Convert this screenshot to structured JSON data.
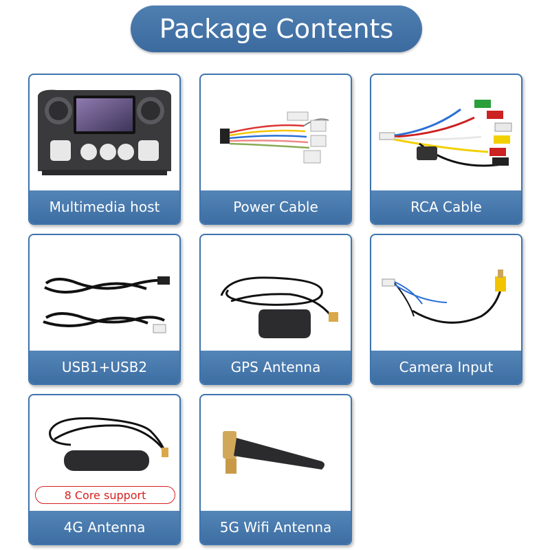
{
  "title": "Package Contents",
  "items": [
    {
      "label": "Multimedia host",
      "icon": "head-unit-icon"
    },
    {
      "label": "Power Cable",
      "icon": "power-cable-icon"
    },
    {
      "label": "RCA Cable",
      "icon": "rca-cable-icon"
    },
    {
      "label": "USB1+USB2",
      "icon": "usb-cables-icon"
    },
    {
      "label": "GPS Antenna",
      "icon": "gps-antenna-icon"
    },
    {
      "label": "Camera Input",
      "icon": "camera-input-cable-icon"
    },
    {
      "label": "4G Antenna",
      "icon": "4g-antenna-icon",
      "badge": "8 Core support"
    },
    {
      "label": "5G Wifi Antenna",
      "icon": "wifi-antenna-icon"
    }
  ],
  "colors": {
    "accent": "#3e74ae",
    "badge": "#d62020"
  }
}
